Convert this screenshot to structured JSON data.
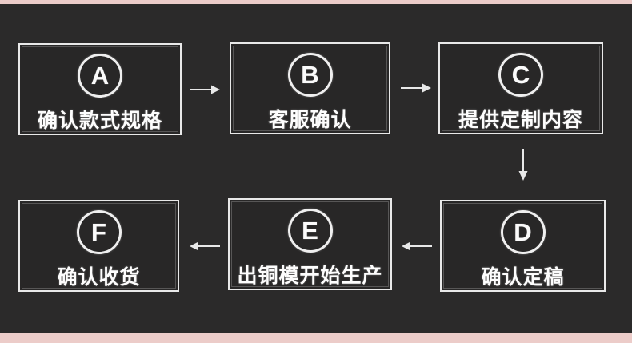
{
  "colors": {
    "background": "#2b2a2a",
    "accent_bar": "#ecccc9",
    "box_border": "#e9e9e9",
    "text": "#fdfdfd"
  },
  "flowchart": {
    "nodes": [
      {
        "id": "A",
        "letter": "A",
        "label": "确认款式规格"
      },
      {
        "id": "B",
        "letter": "B",
        "label": "客服确认"
      },
      {
        "id": "C",
        "letter": "C",
        "label": "提供定制内容"
      },
      {
        "id": "D",
        "letter": "D",
        "label": "确认定稿"
      },
      {
        "id": "E",
        "letter": "E",
        "label": "出铜模开始生产"
      },
      {
        "id": "F",
        "letter": "F",
        "label": "确认收货"
      }
    ],
    "arrows": [
      {
        "from": "A",
        "to": "B",
        "direction": "right"
      },
      {
        "from": "B",
        "to": "C",
        "direction": "right"
      },
      {
        "from": "C",
        "to": "D",
        "direction": "down"
      },
      {
        "from": "D",
        "to": "E",
        "direction": "left"
      },
      {
        "from": "E",
        "to": "F",
        "direction": "left"
      }
    ]
  }
}
